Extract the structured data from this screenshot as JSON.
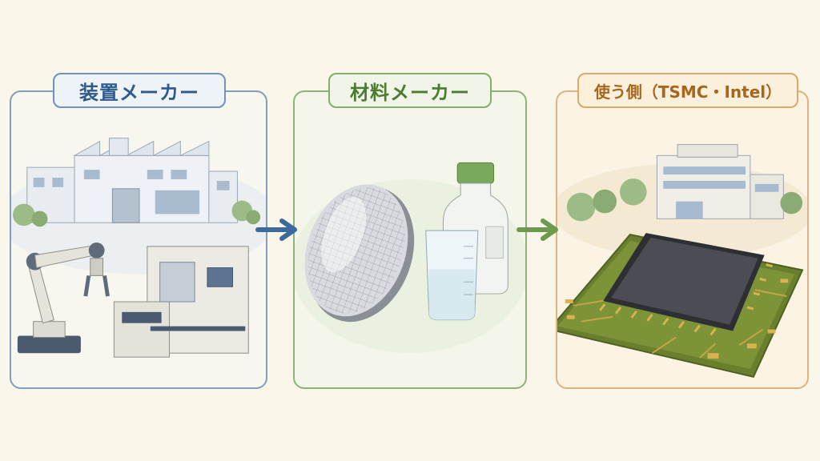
{
  "stages": [
    {
      "label": "装置メーカー",
      "color": "#2e5a8c",
      "icon": "factory-and-robot-arm"
    },
    {
      "label": "材料メーカー",
      "color": "#4c7c32",
      "icon": "wafer-and-chemicals"
    },
    {
      "label": "使う側（TSMC・Intel）",
      "color": "#a8661d",
      "icon": "chip-and-fab"
    }
  ],
  "arrows": [
    {
      "from": "装置メーカー",
      "to": "材料メーカー",
      "color": "#3c6a9c",
      "icon": "arrow-right-icon"
    },
    {
      "from": "材料メーカー",
      "to": "使う側（TSMC・Intel）",
      "color": "#6e9a4e",
      "icon": "arrow-right-icon"
    }
  ]
}
